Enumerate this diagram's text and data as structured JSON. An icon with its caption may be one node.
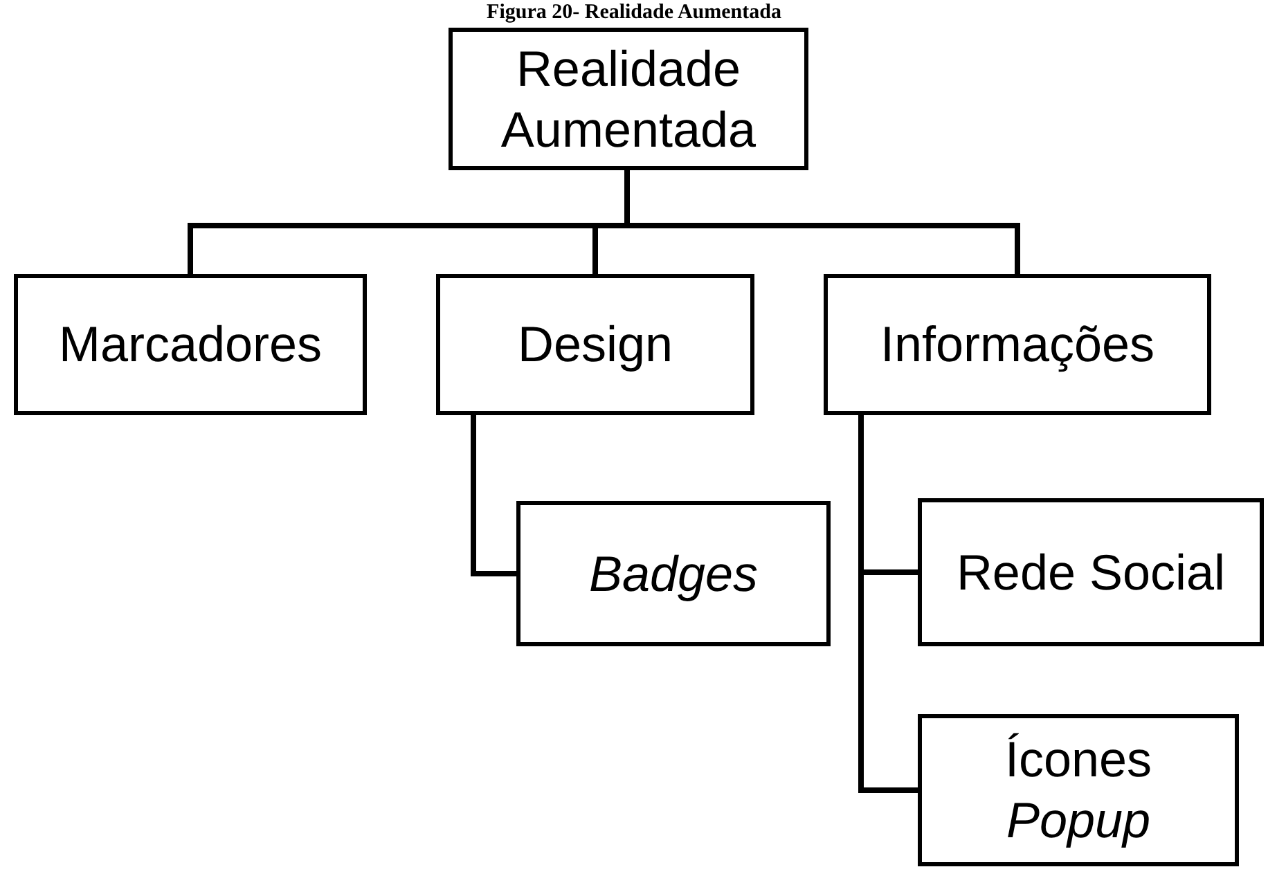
{
  "diagram": {
    "title": "Figura 20- Realidade Aumentada",
    "nodes": [
      {
        "text": [
          "Realidade Aumentada"
        ]
      },
      {
        "text": [
          "Marcadores"
        ]
      },
      {
        "text": [
          "Design"
        ]
      },
      {
        "text": [
          "Informações"
        ]
      },
      {
        "text": [
          "*Badges*"
        ]
      },
      {
        "text": [
          "Rede Social"
        ]
      },
      {
        "text": [
          "Ícones *Popup*"
        ]
      }
    ],
    "edges": [
      {
        "from": 0,
        "to": 1,
        "arrow": "none"
      },
      {
        "from": 0,
        "to": 2,
        "arrow": "none"
      },
      {
        "from": 0,
        "to": 3,
        "arrow": "none"
      },
      {
        "from": 2,
        "to": 4,
        "arrow": "none"
      },
      {
        "from": 3,
        "to": 5,
        "arrow": "none"
      },
      {
        "from": 3,
        "to": 6,
        "arrow": "none"
      }
    ]
  }
}
